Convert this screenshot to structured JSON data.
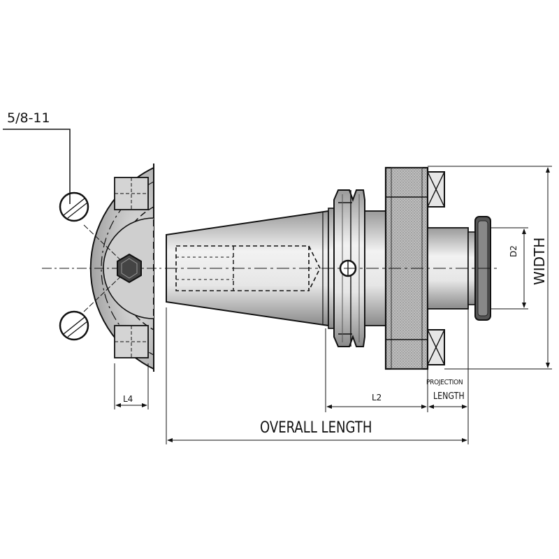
{
  "labels": {
    "thread": "5/8-11",
    "l4": "L4",
    "l2": "L2",
    "projection_top": "PROJECTION",
    "projection_bottom": "LENGTH",
    "overall_length": "OVERALL LENGTH",
    "d2": "D2",
    "width": "WIDTH"
  },
  "colors": {
    "ink": "#111111",
    "body_fill": "#dcdcdc",
    "shade_fill": "#b8b8b8",
    "dark_fill": "#555555"
  }
}
